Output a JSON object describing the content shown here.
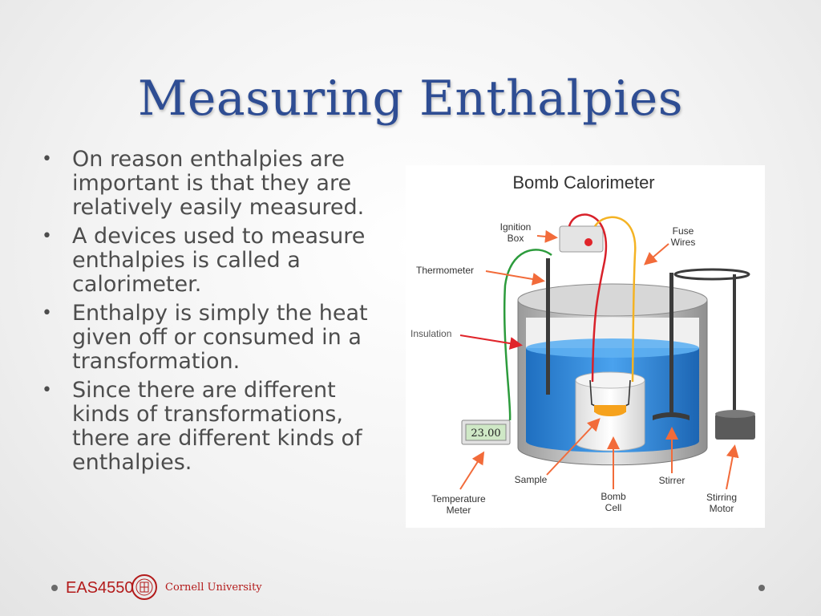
{
  "slide": {
    "title": "Measuring Enthalpies",
    "bullets": [
      "On reason enthalpies are important is that they are relatively easily measured.",
      "A devices used to measure enthalpies is called a calorimeter.",
      "Enthalpy is simply the heat given off or consumed in a transformation.",
      "Since there are different kinds of transformations, there are different kinds of enthalpies."
    ]
  },
  "figure": {
    "title": "Bomb Calorimeter",
    "labels": {
      "ignition_1": "Ignition",
      "ignition_2": "Box",
      "fuse_1": "Fuse",
      "fuse_2": "Wires",
      "thermometer": "Thermometer",
      "insulation": "Insulation",
      "meter_reading": "23.00",
      "temperature_1": "Temperature",
      "temperature_2": "Meter",
      "sample": "Sample",
      "bomb_1": "Bomb",
      "bomb_2": "Cell",
      "stirrer": "Stirrer",
      "motor_1": "Stirring",
      "motor_2": "Motor"
    }
  },
  "footer": {
    "course": "EAS4550",
    "university": "Cornell University"
  },
  "colors": {
    "title": "#2e4d93",
    "text": "#4d4d4d",
    "water": "#2f86d6",
    "arrow": "#f26b3a",
    "brand": "#b31b1b"
  }
}
